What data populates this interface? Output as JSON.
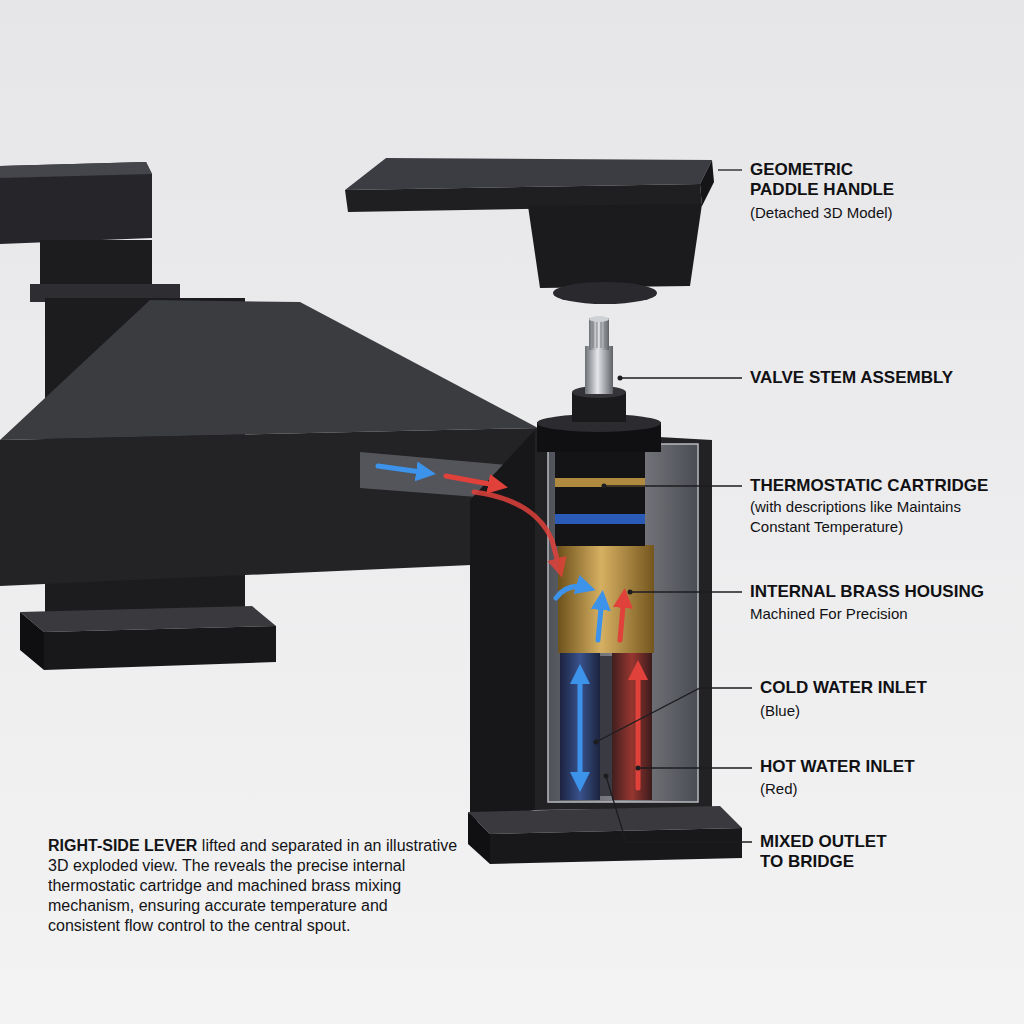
{
  "diagram": {
    "labels": [
      "GEOMETRIC PADDLE HANDLE",
      "(Detached 3D Model)",
      "VALVE STEM ASSEMBLY",
      "THERMOSTATIC CARTRIDGE",
      "(with descriptions like Maintains Constant Temperature)",
      "INTERNAL BRASS HOUSING",
      "Machined For Precision",
      "COLD WATER INLET",
      "(Blue)",
      "HOT WATER INLET",
      "(Red)",
      "MIXED OUTLET TO BRIDGE",
      "RIGHT-SIDE LEVER",
      "lifted and separated in an illustrative 3D exploded view. The reveals the precise internal thermostatic cartridge and machined brass mixing mechanism, ensuring accurate temperature and consistent flow control to the central spout."
    ]
  }
}
